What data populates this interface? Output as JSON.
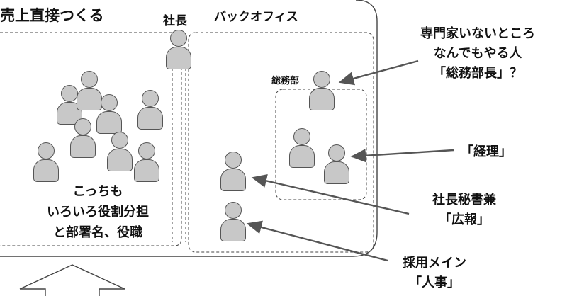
{
  "labels": {
    "sales_area_title": "売上直接つくる",
    "president": "社長",
    "back_office": "バックオフィス",
    "general_affairs_dept": "総務部",
    "general_affairs_note": [
      "専門家いないところ",
      "なんでもやる人",
      "「総務部長」？"
    ],
    "accounting_note": "「経理」",
    "secretary_note": [
      "社長秘書兼",
      "「広報」"
    ],
    "hr_note": [
      "採用メイン",
      "「人事」"
    ],
    "sales_note": [
      "こっちも",
      "いろいろ役割分担",
      "と部署名、役職"
    ]
  },
  "style": {
    "person_fill": "#c8c8c8",
    "person_stroke": "#555555",
    "line_color": "#444444",
    "arrow_color": "#555555"
  }
}
